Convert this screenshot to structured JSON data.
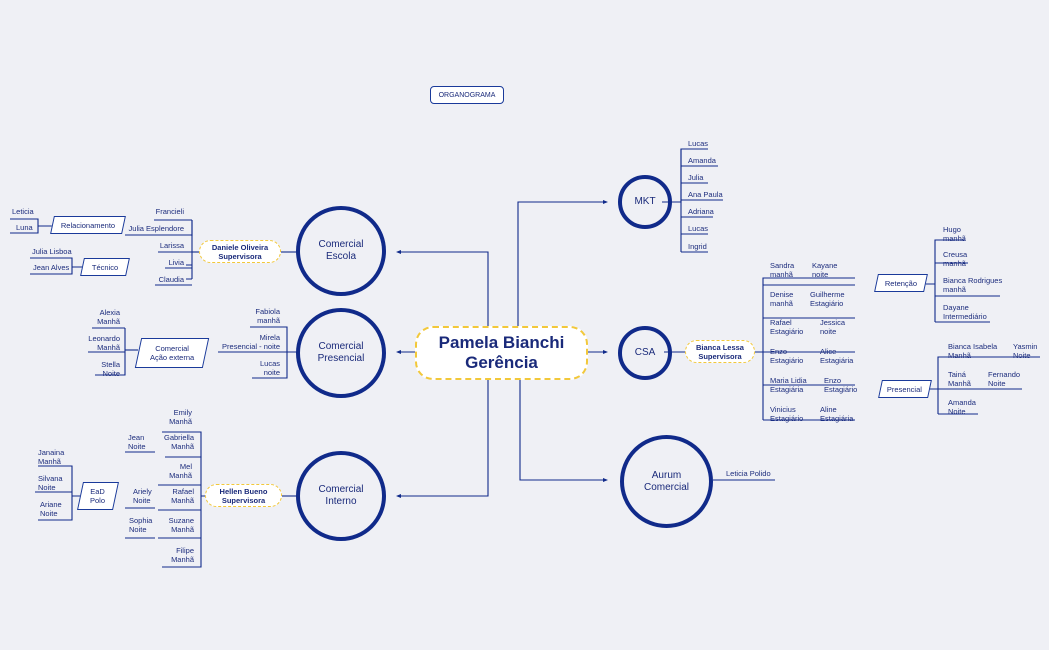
{
  "title": "ORGANOGRAMA",
  "root": "Pamela Bianchi\nGerência",
  "departments": {
    "escola": "Comercial\nEscola",
    "presencial": "Comercial\nPresencial",
    "interno": "Comercial\nInterno",
    "mkt": "MKT",
    "csa": "CSA",
    "aurum": "Aurum\nComercial"
  },
  "supervisors": {
    "daniele": "Daniele Oliveira\nSupervisora",
    "hellen": "Hellen Bueno\nSupervisora",
    "bianca": "Bianca Lessa\nSupervisora"
  },
  "groups": {
    "relacionamento": "Relacionamento",
    "tecnico": "Técnico",
    "acao_externa": "Comercial\nAção externa",
    "ead_polo": "EaD\nPolo",
    "retencao": "Retenção",
    "presencial": "Presencial"
  },
  "escola_team": [
    "Francieli",
    "Julia Esplendore",
    "Larissa",
    "Livia",
    "Claudia"
  ],
  "relacionamento_team": [
    "Leticia",
    "Luna"
  ],
  "tecnico_team": [
    "Julia Lisboa",
    "Jean Alves"
  ],
  "presencial_team": [
    "Fabiola\nmanhã",
    "Mirela\nPresencial - noite",
    "Lucas\nnoite"
  ],
  "acao_externa_team": [
    "Alexia\nManhã",
    "Leonardo\nManhã",
    "Stella\nNoite"
  ],
  "interno_team": {
    "right_col": [
      "Emily\nManhã",
      "Gabriella\nManhã",
      "Mel\nManhã",
      "Rafael\nManhã",
      "Suzane\nManhã",
      "Filipe\nManhã"
    ],
    "left_col": [
      "Jean\nNoite",
      "Ariely\nNoite",
      "Sophia\nNoite"
    ]
  },
  "ead_team": [
    "Janaina\nManhã",
    "Silvana\nNoite",
    "Ariane\nNoite"
  ],
  "mkt_team": [
    "Lucas",
    "Amanda",
    "Julia",
    "Ana Paula",
    "Adriana",
    "Lucas",
    "Ingrid"
  ],
  "csa_team": [
    [
      "Sandra\nmanhã",
      "Kayane\nnoite"
    ],
    [
      "Denise\nmanhã",
      "Guilherme\nEstagiário"
    ],
    [
      "Rafael\nEstagiário",
      "Jessica\nnoite"
    ],
    [
      "Enzo\nEstagiário",
      "Alice\nEstagiária"
    ],
    [
      "Maria Lidia\nEstagiária",
      "Enzo\nEstagiário"
    ],
    [
      "Vinicius\nEstagiário",
      "Aline\nEstagiária"
    ]
  ],
  "retencao_team": [
    "Hugo\nmanhã",
    "Creusa\nmanhã",
    "Bianca Rodrigues\nmanhã",
    "Dayane\nIntermediário"
  ],
  "presencial_csa_team": [
    [
      "Bianca Isabela\nManhã",
      "Yasmin\nNoite"
    ],
    [
      "Tainá\nManhã",
      "Fernando\nNoite"
    ],
    [
      "Amanda\nNoite",
      ""
    ]
  ],
  "aurum_team": [
    "Leticia Polido"
  ],
  "colors": {
    "line": "#102a8a",
    "accent": "#f2c83a",
    "background": "#eff0f5"
  }
}
